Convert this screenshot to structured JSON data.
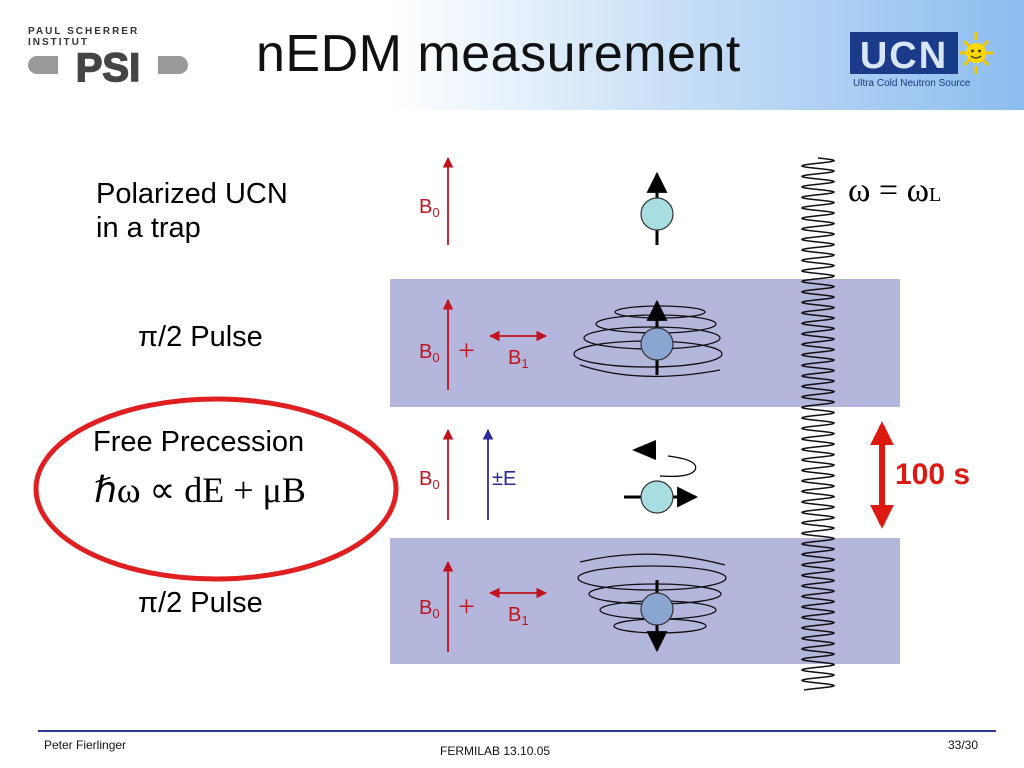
{
  "header": {
    "title": "nEDM measurement",
    "psi_logo": {
      "top_text": "PAUL SCHERRER INSTITUT",
      "mark_text": "PSI"
    },
    "ucn_logo": {
      "mark_text": "UCN",
      "caption": "Ultra Cold Neutron Source"
    }
  },
  "stages": [
    {
      "label_line1": "Polarized UCN",
      "label_line2": "in a trap",
      "field": "B",
      "field_sub": "0"
    },
    {
      "label": "π/2 Pulse",
      "field": "B",
      "field_sub": "0",
      "plus": "+",
      "rf_field": "B",
      "rf_field_sub": "1"
    },
    {
      "label": "Free Precession",
      "formula": "ℏω ∝ dE + μB",
      "field": "B",
      "field_sub": "0",
      "electric_field": "±E"
    },
    {
      "label": "π/2 Pulse",
      "field": "B",
      "field_sub": "0",
      "plus": "+",
      "rf_field": "B",
      "rf_field_sub": "1"
    }
  ],
  "resonance": {
    "omega": "ω",
    "equals": "=",
    "omega_l": "ω",
    "omega_l_sub": "L"
  },
  "duration": {
    "label": "100 s"
  },
  "colors": {
    "red": "#c0141c",
    "blue": "#2a2a9a",
    "band": "#b4b6dc",
    "neutron": "#a8dde2",
    "neutron_pulse": "#8aa6d0",
    "ellipse": "#e02020"
  },
  "footer": {
    "author": "Peter Fierlinger",
    "event": "FERMILAB 13.10.05",
    "page": "33/30"
  }
}
